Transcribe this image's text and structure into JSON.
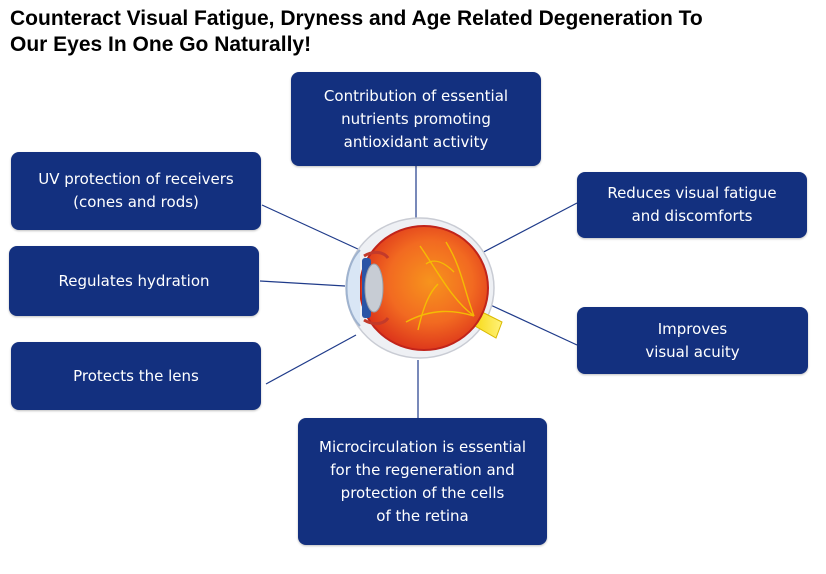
{
  "headline": {
    "line1": "Counteract Visual Fatigue, Dryness and Age Related Degeneration To",
    "line2": "Our Eyes In One Go Naturally!"
  },
  "benefits": {
    "top": [
      "Contribution of essential",
      "nutrients promoting",
      "antioxidant activity"
    ],
    "uv": [
      "UV protection of receivers",
      "(cones and rods)"
    ],
    "hydration": [
      "Regulates hydration"
    ],
    "lens": [
      "Protects the lens"
    ],
    "fatigue": [
      "Reduces visual fatigue",
      "and discomforts"
    ],
    "acuity": [
      "Improves",
      "visual acuity"
    ],
    "bottom": [
      "Microcirculation is essential",
      "for the regeneration and",
      "protection of the cells",
      "of the retina"
    ]
  },
  "colors": {
    "box_background": "#13307f",
    "box_text": "#ffffff",
    "connector": "#1f3b8a",
    "eye_red": "#e23b1c",
    "eye_orange": "#f7941d",
    "optic_nerve": "#f2e600"
  },
  "icons": {
    "center_illustration": "eye-cross-section-icon"
  }
}
